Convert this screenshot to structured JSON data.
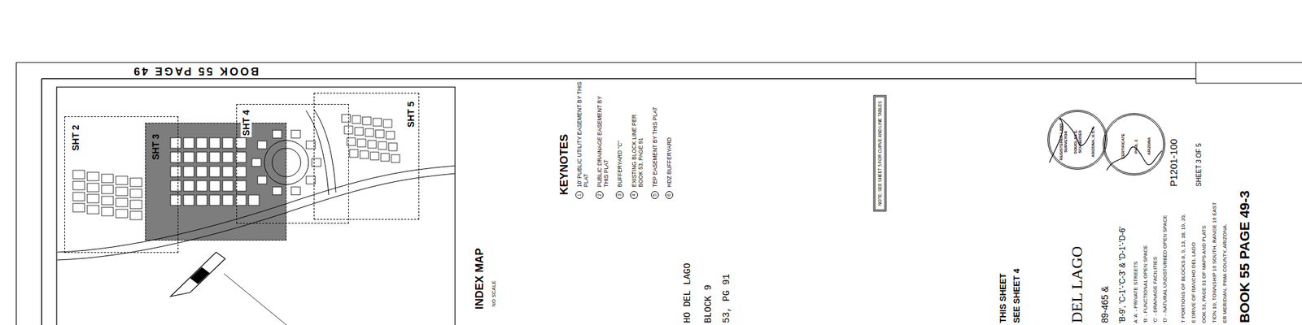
{
  "diagram": {
    "nodes": [
      {
        "text": [
          "SHT 2"
        ]
      },
      {
        "text": [
          "SHT 3"
        ]
      },
      {
        "text": [
          "SHT 4"
        ]
      },
      {
        "text": [
          "SHT 5"
        ]
      },
      {
        "text": [
          "NOTE: SEE SHEET 5 FOR CURVE AND LINE TABLES"
        ]
      },
      {
        "text": [
          "REGISTERED LAND SURVEYOR",
          "DOUGLAS E. SCHNEIDER",
          "ARIZONA, U.S.A."
        ]
      },
      {
        "text": [
          "CERTIFICATE",
          "PAUL J.",
          "ARIZONA"
        ]
      }
    ],
    "labels": [
      "BOOK 55 PAGE 49",
      "INDEX MAP",
      "NO SCALE",
      "KEYNOTES",
      "1",
      "10' PUBLIC UTILITY EASEMENT BY THIS PLAT",
      "2",
      "PUBLIC DRAINAGE EASEMENT BY THIS PLAT",
      "3",
      "BUFFERYARD \"C\"",
      "4",
      "EXISTING BLOCK LINE PER BOOK 53, PAGE 91",
      "5",
      "TEP EASEMENT BY THIS PLAT",
      "6",
      "HDZ BUFFERYARD",
      "HO DEL LAGO",
      "BLOCK 9",
      "53, PG 91",
      "THIS SHEET",
      "SEE SHEET 4",
      "DEL LAGO",
      "89-465 &",
      "'B-9', 'C-1'-'C-3' & 'D-1'-'D-6'",
      "A 'A' - PRIVATE STREETS",
      "'B' - FUNCTIONAL OPEN SPACE",
      "'C' - DRAINAGE FACILITIES",
      "'D' - NATURAL UNDISTURBED OPEN SPACE",
      "T PORTIONS OF BLOCKS 8, 9, 13, 18, 19, 20,",
      "E DRIVE OF RANCHO DEL LAGO",
      "OOK 53, PAGE 91 OF MAPS AND PLATS",
      "TION 10, TOWNSHIP 16 SOUTH, RANGE 16 EAST",
      "ER MERIDIAN, PIMA COUNTY, ARIZONA.",
      "P1201-100",
      "SHEET 3 OF 5",
      "BOOK 55 PAGE 49-3"
    ]
  }
}
